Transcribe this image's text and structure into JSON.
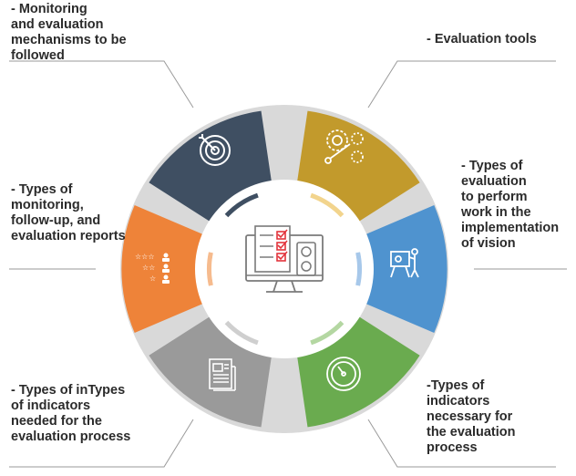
{
  "labels": {
    "monitoring": "- Monitoring\nand evaluation\nmechanisms to be\nfollowed",
    "tools": "- Evaluation tools",
    "reports": "- Types of\nmonitoring,\nfollow-up, and\nevaluation reports",
    "evaluation_types": "- Types of\nevaluation\nto perform\nwork in the\nimplementation\nof vision",
    "indicators_needed": "- Types of inTypes\nof indicators\nneeded for the\nevaluation process",
    "indicators_necessary": "-Types of\nindicators\nnecessary for\nthe evaluation\nprocess"
  },
  "colors": {
    "navy": "#3f4f62",
    "gold": "#c29a2c",
    "blue": "#4f93cf",
    "green": "#6aab4f",
    "gray": "#9a9a9a",
    "orange": "#ee8339",
    "ring": "#d9d9d9",
    "center_red": "#e2333b"
  },
  "icons": [
    "target-icon",
    "gears-wrench-icon",
    "presentation-icon",
    "gauge-icon",
    "newspaper-icon",
    "ratings-icon",
    "monitor-checklist-icon"
  ]
}
